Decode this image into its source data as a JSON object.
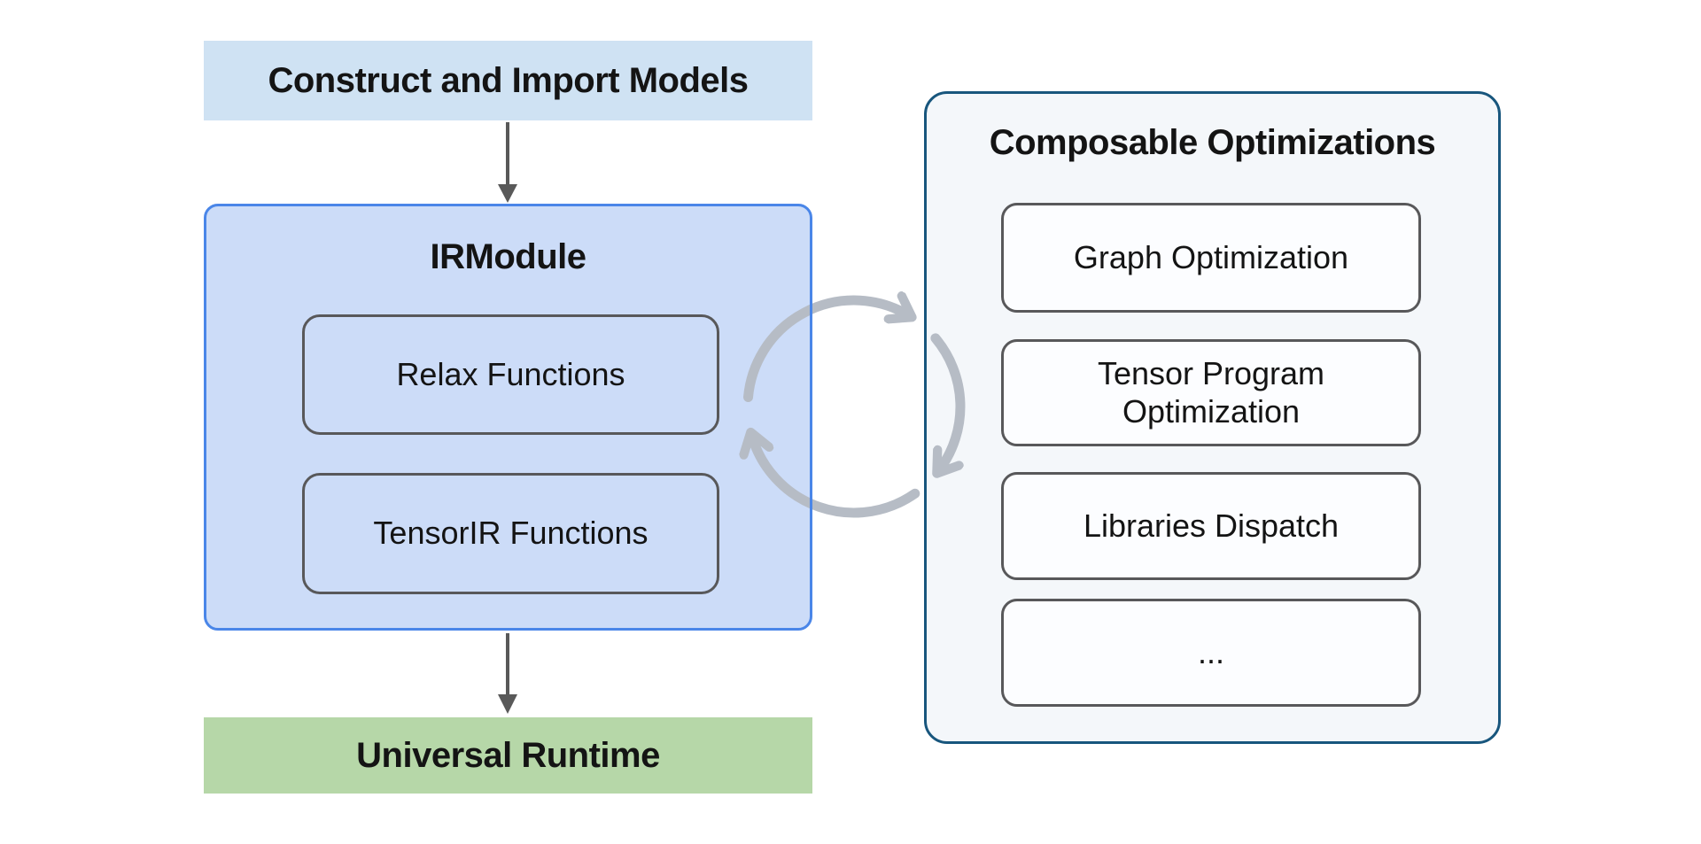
{
  "flow": {
    "construct_box": {
      "label": "Construct and Import Models"
    },
    "irmodule": {
      "title": "IRModule",
      "functions": [
        {
          "label": "Relax Functions"
        },
        {
          "label": "TensorIR Functions"
        }
      ]
    },
    "runtime_box": {
      "label": "Universal Runtime"
    }
  },
  "optimizations": {
    "title": "Composable Optimizations",
    "items": [
      {
        "label": "Graph Optimization"
      },
      {
        "label": "Tensor Program\nOptimization"
      },
      {
        "label": "Libraries Dispatch"
      },
      {
        "label": "..."
      }
    ]
  },
  "icons": {
    "down_arrow": "down-arrow-icon",
    "cycle": "cycle-arrows-icon"
  },
  "colors": {
    "top_fill": "#cfe2f3",
    "module_fill": "#ccdcf8",
    "module_border": "#4a86e8",
    "inner_border": "#58585a",
    "panel_fill": "#f4f7fa",
    "panel_border": "#18567d",
    "card_fill": "#fcfdff",
    "runtime_fill": "#b6d7a8",
    "arrow_gray": "#595959",
    "cycle_gray": "#b6bcc5",
    "text_color": "#141414",
    "bg": "#ffffff"
  }
}
